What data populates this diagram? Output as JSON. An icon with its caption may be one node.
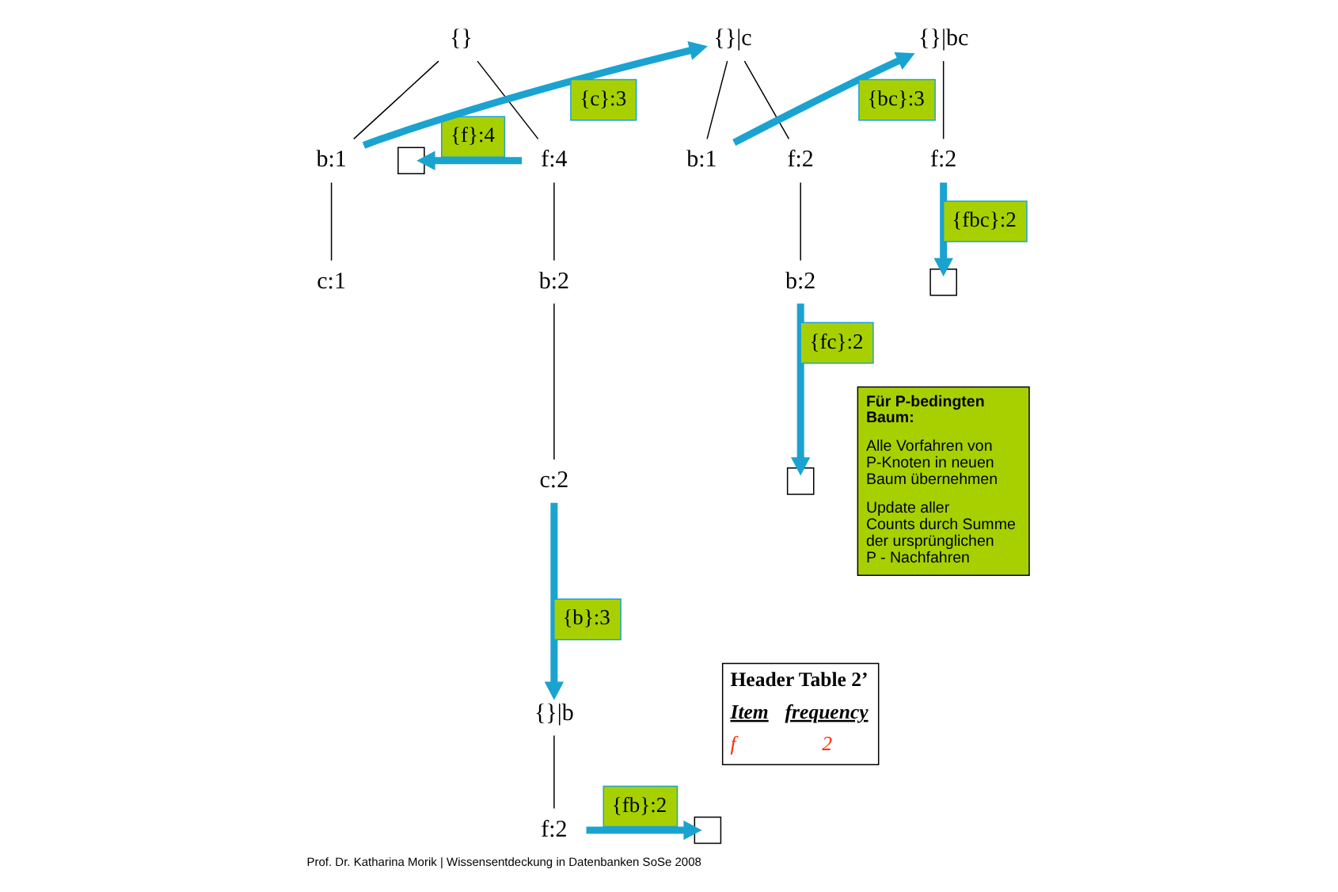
{
  "diagram": {
    "caption": "Prof. Dr. Katharina Morik | Wissensentdeckung in Datenbanken SoSe 2008",
    "nodes": [
      {
        "text": [
          "{}"
        ]
      },
      {
        "text": [
          "f:4"
        ]
      },
      {
        "text": [
          "b:1"
        ]
      },
      {
        "text": [
          "b:2"
        ]
      },
      {
        "text": [
          "c:1"
        ]
      },
      {
        "text": [
          "c:2"
        ]
      },
      {
        "text": [
          "{}|b"
        ]
      },
      {
        "text": [
          "f:2"
        ]
      },
      {
        "text": [],
        "shape": "box"
      },
      {
        "text": [],
        "shape": "box"
      },
      {
        "text": [
          "{}|c"
        ]
      },
      {
        "text": [
          "f:2"
        ]
      },
      {
        "text": [
          "b:1"
        ]
      },
      {
        "text": [
          "b:2"
        ]
      },
      {
        "text": [],
        "shape": "box"
      },
      {
        "text": [
          "{}|bc"
        ]
      },
      {
        "text": [
          "f:2"
        ]
      },
      {
        "text": [],
        "shape": "box"
      },
      {
        "text": [
          "Für P-bedingten Baum:",
          "Alle Vorfahren von P-Knoten in neuen Baum übernehmen",
          "Update aller Counts durch Summe der ursprünglichen P - Nachfahren"
        ]
      },
      {
        "text": [
          "Header Table 2’",
          "Item",
          "frequency",
          "f",
          "2"
        ]
      }
    ],
    "edges": [
      {
        "from": 0,
        "to": 1,
        "arrow": "none"
      },
      {
        "from": 0,
        "to": 2,
        "arrow": "none"
      },
      {
        "from": 1,
        "to": 3,
        "arrow": "none"
      },
      {
        "from": 2,
        "to": 4,
        "arrow": "none"
      },
      {
        "from": 3,
        "to": 5,
        "arrow": "none"
      },
      {
        "from": 1,
        "to": 8,
        "arrow": "to",
        "label": "{f}:4",
        "style": "thick",
        "color": "#1aa3d1"
      },
      {
        "from": 2,
        "to": 10,
        "arrow": "to",
        "label": "{c}:3",
        "style": "thick",
        "color": "#1aa3d1"
      },
      {
        "from": 5,
        "to": 6,
        "arrow": "to",
        "label": "{b}:3",
        "style": "thick",
        "color": "#1aa3d1"
      },
      {
        "from": 6,
        "to": 7,
        "arrow": "none"
      },
      {
        "from": 7,
        "to": 9,
        "arrow": "to",
        "label": "{fb}:2",
        "style": "thick",
        "color": "#1aa3d1"
      },
      {
        "from": 10,
        "to": 11,
        "arrow": "none"
      },
      {
        "from": 10,
        "to": 12,
        "arrow": "none"
      },
      {
        "from": 11,
        "to": 13,
        "arrow": "none"
      },
      {
        "from": 12,
        "to": 15,
        "arrow": "to",
        "label": "{bc}:3",
        "style": "thick",
        "color": "#1aa3d1"
      },
      {
        "from": 13,
        "to": 14,
        "arrow": "to",
        "label": "{fc}:2",
        "style": "thick",
        "color": "#1aa3d1"
      },
      {
        "from": 15,
        "to": 16,
        "arrow": "none"
      },
      {
        "from": 16,
        "to": 17,
        "arrow": "to",
        "label": "{fbc}:2",
        "style": "thick",
        "color": "#1aa3d1"
      }
    ]
  }
}
